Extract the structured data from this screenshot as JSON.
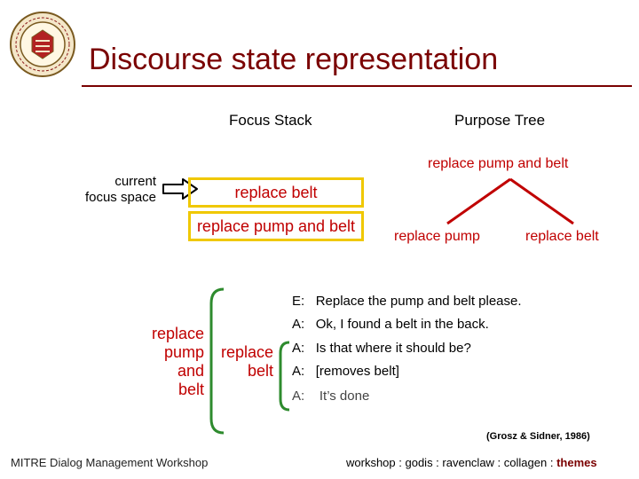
{
  "slide": {
    "title": "Discourse state representation",
    "headers": {
      "focus_stack": "Focus Stack",
      "purpose_tree": "Purpose Tree"
    },
    "focus_label": "current\nfocus space",
    "focus_stack": [
      {
        "label": "replace belt"
      },
      {
        "label": "replace pump and belt"
      }
    ],
    "purpose_tree": {
      "root": "replace pump and belt",
      "children": [
        "replace pump",
        "replace belt"
      ]
    },
    "dialogue": [
      {
        "speaker": "E:",
        "text": "Replace the pump and belt please."
      },
      {
        "speaker": "A:",
        "text": "Ok, I found a belt in the back."
      },
      {
        "speaker": "A:",
        "text": "Is that where it should be?"
      },
      {
        "speaker": "A:",
        "text": "[removes belt]"
      },
      {
        "speaker": "A:",
        "text": "It’s done"
      }
    ],
    "segments": {
      "outer": "replace\npump\nand\nbelt",
      "inner": "replace\nbelt"
    },
    "citation": "(Grosz & Sidner, 1986)",
    "footer": {
      "left": "MITRE Dialog Management Workshop",
      "nav": [
        "workshop",
        "godis",
        "ravenclaw",
        "collagen",
        "themes"
      ],
      "separator": " : ",
      "current": "themes"
    },
    "colors": {
      "title": "#7a0000",
      "accent": "#c00000",
      "stack_border": "#f0c800",
      "green_bracket": "#2e8b2e"
    }
  }
}
